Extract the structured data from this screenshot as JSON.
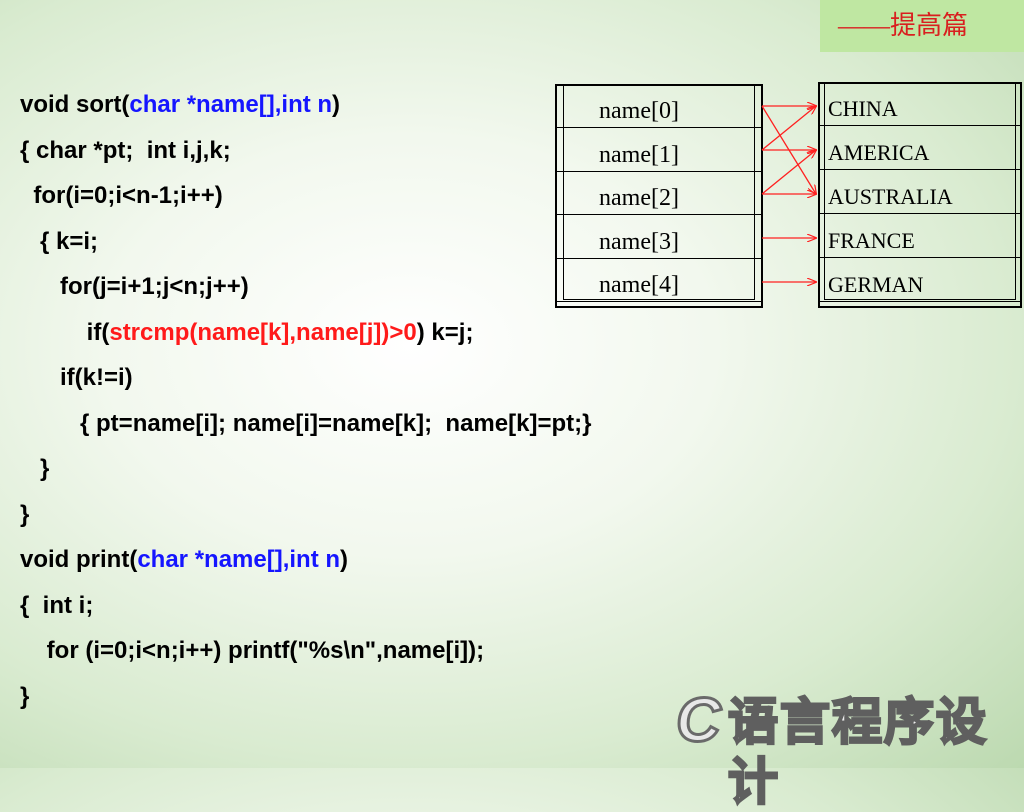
{
  "corner_tag": "——提高篇",
  "code_lines": [
    [
      {
        "t": "void sort(",
        "c": ""
      },
      {
        "t": "char *name[],int n",
        "c": "blue"
      },
      {
        "t": ")",
        "c": ""
      }
    ],
    [
      {
        "t": "{ char *pt;  int i,j,k;",
        "c": ""
      }
    ],
    [
      {
        "t": "  for(i=0;i<n-1;i++)",
        "c": ""
      }
    ],
    [
      {
        "t": "   { k=i;",
        "c": ""
      }
    ],
    [
      {
        "t": "      for(j=i+1;j<n;j++)",
        "c": ""
      }
    ],
    [
      {
        "t": "          if(",
        "c": ""
      },
      {
        "t": "strcmp(name[k],name[j])>0",
        "c": "red"
      },
      {
        "t": ") k=j;",
        "c": ""
      }
    ],
    [
      {
        "t": "      if(k!=i)",
        "c": ""
      }
    ],
    [
      {
        "t": "         { pt=name[i]; name[i]=name[k];  name[k]=pt;}",
        "c": ""
      }
    ],
    [
      {
        "t": "   }",
        "c": ""
      }
    ],
    [
      {
        "t": "}",
        "c": ""
      }
    ],
    [
      {
        "t": "void print(",
        "c": ""
      },
      {
        "t": "char *name[],int n",
        "c": "blue"
      },
      {
        "t": ")",
        "c": ""
      }
    ],
    [
      {
        "t": "{  int i;",
        "c": ""
      }
    ],
    [
      {
        "t": "    for (i=0;i<n;i++) printf(\"%s\\n\",name[i]);",
        "c": ""
      }
    ],
    [
      {
        "t": "}",
        "c": ""
      }
    ]
  ],
  "diagram": {
    "pointer_labels": [
      "name[0]",
      "name[1]",
      "name[2]",
      "name[3]",
      "name[4]"
    ],
    "strings": [
      "CHINA",
      "AMERICA",
      "AUSTRALIA",
      "FRANCE",
      "GERMAN"
    ],
    "arrow_color": "#ff2020"
  },
  "logo": {
    "letter": "C",
    "text": "语言程序设计"
  }
}
